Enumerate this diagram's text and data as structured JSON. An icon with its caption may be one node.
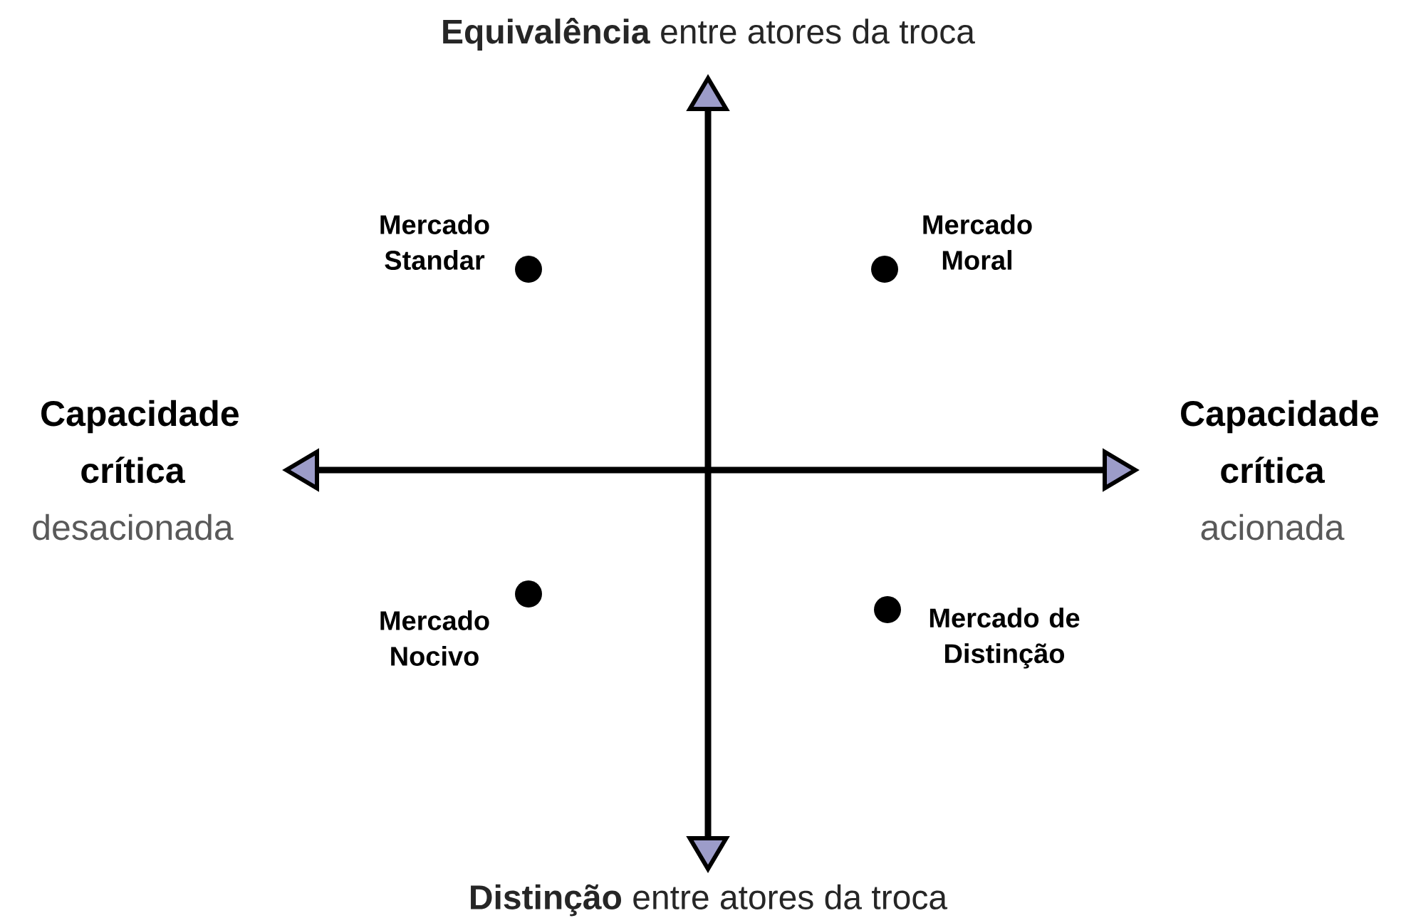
{
  "diagram": {
    "nodes": [
      {
        "text": [],
        "shape": "circle",
        "beside": [
          "Mercado Standar"
        ]
      },
      {
        "text": [],
        "shape": "circle",
        "beside": [
          "Mercado Moral"
        ]
      },
      {
        "text": [],
        "shape": "circle",
        "beside": [
          "Mercado Nocivo"
        ]
      },
      {
        "text": [],
        "shape": "circle",
        "beside": [
          "Mercado de Distinção"
        ]
      }
    ],
    "labels": [
      "**Equivalência** entre atores da troca",
      "Capacidade crítica",
      "desacionada",
      "Capacidade crítica",
      "acionada",
      "**Distinção** entre atores da troca"
    ]
  }
}
